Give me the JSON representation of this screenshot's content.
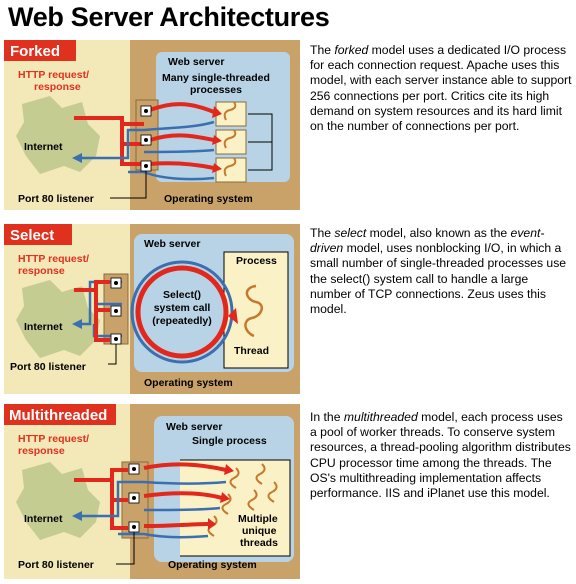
{
  "title": "Web Server Architectures",
  "colors": {
    "outer_bg": "#f3e8b8",
    "os_tan": "#c9a26a",
    "web_blue": "#b8d3e5",
    "label_red": "#e0301e",
    "arrow_red": "#e2271c",
    "arrow_blue": "#3a6fb0",
    "internet_green": "#c5cc91",
    "process_bg": "#fbf1c6",
    "thread_orange": "#c47a2a"
  },
  "panels": [
    {
      "name": "Forked",
      "http_label": [
        "HTTP request/",
        "response"
      ],
      "internet_label": "Internet",
      "web_server_label": "Web server",
      "process_label": [
        "Many single-threaded",
        "processes"
      ],
      "listener_label": "Port 80 listener",
      "os_label": "Operating system"
    },
    {
      "name": "Select",
      "http_label": [
        "HTTP request/",
        "response"
      ],
      "internet_label": "Internet",
      "web_server_label": "Web server",
      "process_label": [
        "Process"
      ],
      "select_label": [
        "Select()",
        "system call",
        "(repeatedly)"
      ],
      "thread_label": "Thread",
      "listener_label": "Port 80 listener",
      "os_label": "Operating system"
    },
    {
      "name": "Multithreaded",
      "http_label": [
        "HTTP request/",
        "response"
      ],
      "internet_label": "Internet",
      "web_server_label": "Web server",
      "process_label": [
        "Single process"
      ],
      "threads_label": [
        "Multiple",
        "unique",
        "threads"
      ],
      "listener_label": "Port 80 listener",
      "os_label": "Operating system"
    }
  ],
  "descriptions": [
    [
      "The ",
      {
        "i": "forked"
      },
      " model uses a dedicated I/O process for each connection request. Apache uses this model, with each server instance able to support 256 connections per port. Critics cite its high demand on system resources and its hard limit on the number of connections per port."
    ],
    [
      "The ",
      {
        "i": "select"
      },
      " model, also known as the ",
      {
        "i": "event-driven"
      },
      " model, uses nonblocking I/O, in which a small number of single-threaded processes use the select() system call to handle a large number of TCP connections. Zeus uses this model."
    ],
    [
      "In the ",
      {
        "i": "multithreaded"
      },
      " model, each process uses a pool of worker threads. To conserve system resources, a thread-pooling algorithm distributes CPU processor time among the threads. The OS's multithreading implementation affects performance. IIS and iPlanet use this model."
    ]
  ]
}
